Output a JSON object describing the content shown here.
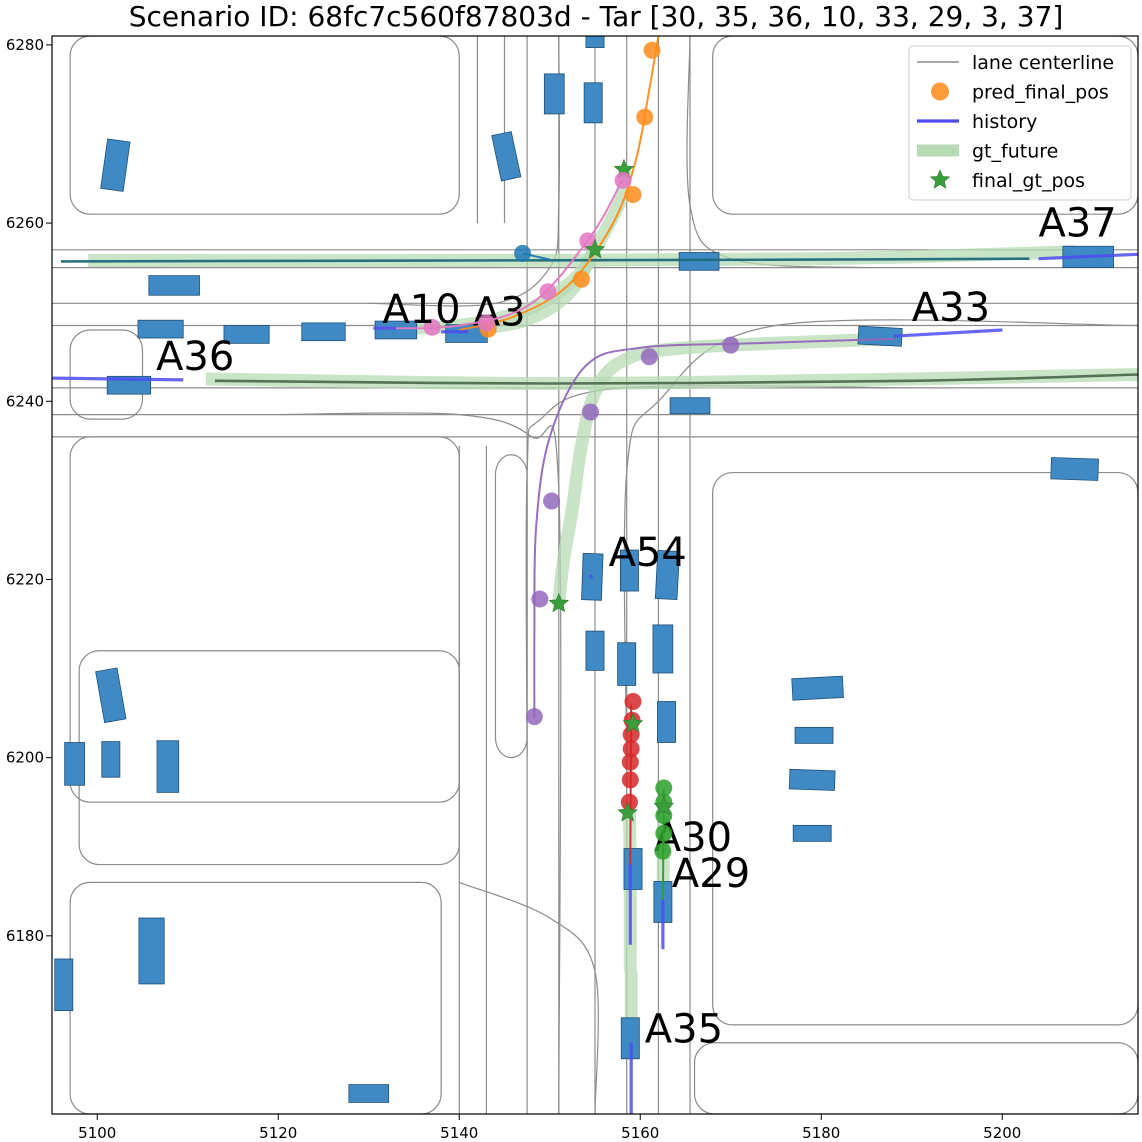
{
  "chart_data": {
    "type": "scatter",
    "title": "Scenario ID: 68fc7c560f87803d - Tar [30, 35, 36, 10, 33, 29, 3, 37]",
    "xlim": [
      5095,
      5215
    ],
    "ylim": [
      6160,
      6281
    ],
    "x_ticks": [
      5100,
      5120,
      5140,
      5160,
      5180,
      5200
    ],
    "y_ticks": [
      6180,
      6200,
      6220,
      6240,
      6260,
      6280
    ],
    "grid": false,
    "legend_position": "top-right",
    "legend": [
      {
        "key": "lane",
        "label": "lane centerline"
      },
      {
        "key": "pred",
        "label": "pred_final_pos"
      },
      {
        "key": "hist",
        "label": "history"
      },
      {
        "key": "gt",
        "label": "gt_future"
      },
      {
        "key": "star",
        "label": "final_gt_pos"
      }
    ],
    "colors": {
      "lane": "#8c8c8c",
      "vehicle": "#3f8ac4",
      "history": "#4c4cf0",
      "gt_future": "#b7dbb4",
      "star": "#3a9e3a",
      "orange": "#ff8c1a",
      "pink": "#e377c2",
      "purple": "#9467bd",
      "red": "#d62728",
      "brown": "#8c564b",
      "green": "#2ca02c",
      "blue": "#1f77b4",
      "teal": "#1f6a7a",
      "darkgreen": "#4f6e4f"
    },
    "lanes": {
      "horizontal_y": [
        6257,
        6255,
        6251,
        6248.5,
        6241.5,
        6238.5,
        6236
      ],
      "vertical_x": [
        5147.5,
        5151,
        5155,
        5158.5,
        5162,
        5165.5
      ],
      "vertical_upper_x": [
        5142,
        5145
      ],
      "vertical_lower_x": [
        5140,
        5143
      ]
    },
    "vehicles": [
      {
        "x": 5155,
        "y": 6280.5,
        "w": 2,
        "h": 1.6,
        "a": 0
      },
      {
        "x": 5150.5,
        "y": 6274.5,
        "w": 2.2,
        "h": 4.5,
        "a": 0
      },
      {
        "x": 5154.8,
        "y": 6273.5,
        "w": 2,
        "h": 4.5,
        "a": 0
      },
      {
        "x": 5145.2,
        "y": 6267.5,
        "w": 2.2,
        "h": 5.2,
        "a": -12
      },
      {
        "x": 5102,
        "y": 6266.5,
        "w": 2.5,
        "h": 5.6,
        "a": 8
      },
      {
        "x": 5103.5,
        "y": 6241.8,
        "w": 4.8,
        "h": 2,
        "a": 0
      },
      {
        "x": 5108.5,
        "y": 6253,
        "w": 5.6,
        "h": 2.2,
        "a": 0
      },
      {
        "x": 5107,
        "y": 6248.1,
        "w": 5,
        "h": 2,
        "a": 0
      },
      {
        "x": 5116.5,
        "y": 6247.5,
        "w": 5,
        "h": 2,
        "a": 0
      },
      {
        "x": 5125,
        "y": 6247.8,
        "w": 4.8,
        "h": 2,
        "a": 0
      },
      {
        "x": 5133,
        "y": 6248,
        "w": 4.6,
        "h": 2,
        "a": 0
      },
      {
        "x": 5140.8,
        "y": 6247.6,
        "w": 4.6,
        "h": 2,
        "a": 0
      },
      {
        "x": 5165.5,
        "y": 6239.5,
        "w": 4.4,
        "h": 1.8,
        "a": 0
      },
      {
        "x": 5166.5,
        "y": 6255.7,
        "w": 4.4,
        "h": 2,
        "a": 0
      },
      {
        "x": 5209.5,
        "y": 6256.2,
        "w": 5.6,
        "h": 2.4,
        "a": 0
      },
      {
        "x": 5186.5,
        "y": 6247.3,
        "w": 4.8,
        "h": 2,
        "a": 3
      },
      {
        "x": 5208,
        "y": 6232.4,
        "w": 5.2,
        "h": 2.4,
        "a": 2
      },
      {
        "x": 5154.7,
        "y": 6220.3,
        "w": 2.2,
        "h": 5.2,
        "a": 2
      },
      {
        "x": 5158.8,
        "y": 6221,
        "w": 2,
        "h": 4.6,
        "a": 0
      },
      {
        "x": 5163,
        "y": 6220.5,
        "w": 2.4,
        "h": 5.4,
        "a": 3
      },
      {
        "x": 5155,
        "y": 6212,
        "w": 2,
        "h": 4.4,
        "a": 0
      },
      {
        "x": 5158.5,
        "y": 6210.5,
        "w": 2,
        "h": 4.8,
        "a": 0
      },
      {
        "x": 5162.5,
        "y": 6212.2,
        "w": 2.2,
        "h": 5.4,
        "a": 0
      },
      {
        "x": 5162.9,
        "y": 6204,
        "w": 2,
        "h": 4.6,
        "a": 0
      },
      {
        "x": 5101.5,
        "y": 6207,
        "w": 2.4,
        "h": 5.8,
        "a": -10
      },
      {
        "x": 5097.5,
        "y": 6199.3,
        "w": 2.2,
        "h": 4.8,
        "a": 0
      },
      {
        "x": 5101.5,
        "y": 6199.8,
        "w": 2,
        "h": 4,
        "a": 0
      },
      {
        "x": 5107.8,
        "y": 6199,
        "w": 2.4,
        "h": 5.8,
        "a": 0
      },
      {
        "x": 5179.6,
        "y": 6207.8,
        "w": 5.6,
        "h": 2.4,
        "a": -3
      },
      {
        "x": 5179.2,
        "y": 6202.5,
        "w": 4.2,
        "h": 1.8,
        "a": 0
      },
      {
        "x": 5179,
        "y": 6197.5,
        "w": 5,
        "h": 2.2,
        "a": 2
      },
      {
        "x": 5179,
        "y": 6191.5,
        "w": 4.2,
        "h": 1.8,
        "a": 0
      },
      {
        "x": 5159.2,
        "y": 6187.5,
        "w": 2,
        "h": 4.6,
        "a": 0
      },
      {
        "x": 5162.5,
        "y": 6183.8,
        "w": 2,
        "h": 4.6,
        "a": 0
      },
      {
        "x": 5106,
        "y": 6178.3,
        "w": 2.8,
        "h": 7.4,
        "a": 0
      },
      {
        "x": 5096.3,
        "y": 6174.5,
        "w": 2,
        "h": 5.8,
        "a": 0
      },
      {
        "x": 5158.9,
        "y": 6168.5,
        "w": 2,
        "h": 4.6,
        "a": 0
      },
      {
        "x": 5130,
        "y": 6162.3,
        "w": 4.4,
        "h": 2,
        "a": 0
      }
    ],
    "agents": [
      {
        "label": "A37",
        "lx": 5204,
        "ly": 6258.5,
        "history": [
          [
            5204,
            6256
          ],
          [
            5215,
            6256.5
          ]
        ],
        "gt_future": [
          [
            5099,
            6255.8
          ],
          [
            5140,
            6255.8
          ],
          [
            5180,
            6256
          ],
          [
            5208,
            6256.8
          ]
        ],
        "pred": [
          [
            5096,
            6255.7
          ],
          [
            5140,
            6255.8
          ],
          [
            5180,
            6255.9
          ],
          [
            5203,
            6256
          ]
        ],
        "pred_color": "teal",
        "pred_points": [],
        "stars": []
      },
      {
        "label": "A36",
        "lx": 5106.5,
        "ly": 6243.5,
        "history": [
          [
            5095,
            6242.6
          ],
          [
            5109.5,
            6242.4
          ]
        ],
        "gt_future": [
          [
            5112,
            6242.5
          ],
          [
            5150,
            6242
          ],
          [
            5190,
            6242.5
          ],
          [
            5215,
            6243
          ]
        ],
        "pred": [
          [
            5113,
            6242.3
          ],
          [
            5150,
            6242
          ],
          [
            5190,
            6242.3
          ],
          [
            5215,
            6243
          ]
        ],
        "pred_color": "darkgreen",
        "pred_points": [],
        "stars": []
      },
      {
        "label": "A33",
        "lx": 5190,
        "ly": 6249,
        "history": [
          [
            5188,
            6247.3
          ],
          [
            5200,
            6248
          ]
        ],
        "gt_future": [
          [
            5188,
            6247
          ],
          [
            5165,
            6246
          ],
          [
            5158,
            6244.5
          ],
          [
            5155,
            6241
          ],
          [
            5153.5,
            6235
          ],
          [
            5152.5,
            6228
          ],
          [
            5151.5,
            6222
          ],
          [
            5151,
            6217.5
          ]
        ],
        "pred": [
          [
            5188,
            6247
          ],
          [
            5172,
            6246.5
          ],
          [
            5160,
            6246
          ],
          [
            5154,
            6244
          ],
          [
            5150,
            6236
          ],
          [
            5148.5,
            6226
          ],
          [
            5148.3,
            6214
          ],
          [
            5148.3,
            6204.5
          ]
        ],
        "pred_color": "purple",
        "pred_points": [
          [
            5170,
            6246.3
          ],
          [
            5161,
            6245
          ],
          [
            5154.5,
            6238.8
          ],
          [
            5150.2,
            6228.8
          ],
          [
            5148.9,
            6217.8
          ],
          [
            5148.3,
            6204.6
          ]
        ],
        "stars": [
          [
            5151,
            6217.3
          ]
        ]
      },
      {
        "label": "A3",
        "lx": 5141.5,
        "ly": 6248.5,
        "history": [
          [
            5138,
            6247.8
          ],
          [
            5141,
            6247.8
          ]
        ],
        "gt_future": [
          [
            5140,
            6248
          ],
          [
            5147,
            6249
          ],
          [
            5152,
            6252
          ],
          [
            5155,
            6257
          ],
          [
            5158,
            6263
          ],
          [
            5158.3,
            6266
          ]
        ],
        "pred": [
          [
            5140,
            6248
          ],
          [
            5146,
            6249.5
          ],
          [
            5152,
            6253
          ],
          [
            5157,
            6260
          ],
          [
            5159.5,
            6267
          ],
          [
            5161,
            6275
          ],
          [
            5162,
            6281
          ]
        ],
        "pred_color": "orange",
        "pred_points": [
          [
            5143.2,
            6248.1
          ],
          [
            5153.5,
            6253.7
          ],
          [
            5159.2,
            6263.2
          ],
          [
            5160.5,
            6271.9
          ],
          [
            5161.3,
            6279.4
          ]
        ],
        "stars": [
          [
            5158.2,
            6266
          ]
        ]
      },
      {
        "label": "A10",
        "lx": 5131.5,
        "ly": 6248.8,
        "history": [
          [
            5130.5,
            6248.2
          ],
          [
            5133,
            6248.2
          ]
        ],
        "gt_future": [
          [
            5131,
            6248.2
          ],
          [
            5140,
            6248.5
          ],
          [
            5148,
            6250.5
          ],
          [
            5153,
            6254
          ],
          [
            5155,
            6257
          ]
        ],
        "pred": [
          [
            5131,
            6248.2
          ],
          [
            5140,
            6248.5
          ],
          [
            5148,
            6251
          ],
          [
            5154.5,
            6258.5
          ],
          [
            5158,
            6264.8
          ]
        ],
        "pred_color": "pink",
        "pred_points": [
          [
            5137,
            6248.3
          ],
          [
            5143,
            6248.8
          ],
          [
            5149.8,
            6252.3
          ],
          [
            5154.2,
            6258
          ],
          [
            5158.1,
            6264.8
          ]
        ],
        "stars": [
          [
            5155,
            6257
          ]
        ]
      },
      {
        "label": "A54",
        "lx": 5156.5,
        "ly": 6221.5,
        "history": [
          [
            5154.5,
            6220.5
          ],
          [
            5154.6,
            6220.1
          ]
        ],
        "gt_future": [],
        "pred": [],
        "pred_color": "blue",
        "pred_points": [],
        "stars": []
      },
      {
        "label": "",
        "lx": 0,
        "ly": 0,
        "history": [],
        "gt_future": [],
        "pred": [
          [
            5147,
            6256.6
          ],
          [
            5150,
            6255.9
          ]
        ],
        "pred_color": "blue",
        "pred_points": [
          [
            5147,
            6256.6
          ]
        ],
        "stars": []
      },
      {
        "label": "A30",
        "lx": 5161.5,
        "ly": 6189.5,
        "history": [
          [
            5158.9,
            6179
          ],
          [
            5158.9,
            6188
          ]
        ],
        "gt_future": [
          [
            5158.9,
            6176
          ],
          [
            5158.9,
            6187
          ],
          [
            5158.8,
            6194
          ]
        ],
        "pred": [
          [
            5158.9,
            6188
          ],
          [
            5159,
            6206
          ]
        ],
        "pred_color": "red",
        "pred_points": [
          [
            5159.2,
            6206.3
          ],
          [
            5159.1,
            6204.2
          ],
          [
            5159,
            6202.6
          ],
          [
            5159,
            6201
          ],
          [
            5158.9,
            6199.5
          ],
          [
            5158.9,
            6197.5
          ],
          [
            5158.8,
            6195
          ]
        ],
        "stars": [
          [
            5159.2,
            6203.8
          ],
          [
            5158.6,
            6193.8
          ]
        ]
      },
      {
        "label": "A29",
        "lx": 5163.5,
        "ly": 6185.5,
        "history": [
          [
            5162.5,
            6178.5
          ],
          [
            5162.5,
            6184
          ]
        ],
        "gt_future": [
          [
            5162.5,
            6184
          ],
          [
            5162.6,
            6193.5
          ]
        ],
        "pred": [
          [
            5162.5,
            6184
          ],
          [
            5162.6,
            6196.5
          ]
        ],
        "pred_color": "green",
        "pred_points": [
          [
            5162.6,
            6196.6
          ],
          [
            5162.6,
            6195
          ],
          [
            5162.6,
            6193.5
          ],
          [
            5162.6,
            6191.5
          ],
          [
            5162.5,
            6189.5
          ]
        ],
        "stars": [
          [
            5162.6,
            6194.5
          ]
        ]
      },
      {
        "label": "A35",
        "lx": 5160.5,
        "ly": 6168,
        "history": [
          [
            5159,
            6160
          ],
          [
            5159,
            6168
          ]
        ],
        "gt_future": [
          [
            5159,
            6168
          ],
          [
            5159,
            6176
          ]
        ],
        "pred": [],
        "pred_color": "brown",
        "pred_points": [],
        "stars": []
      }
    ]
  }
}
